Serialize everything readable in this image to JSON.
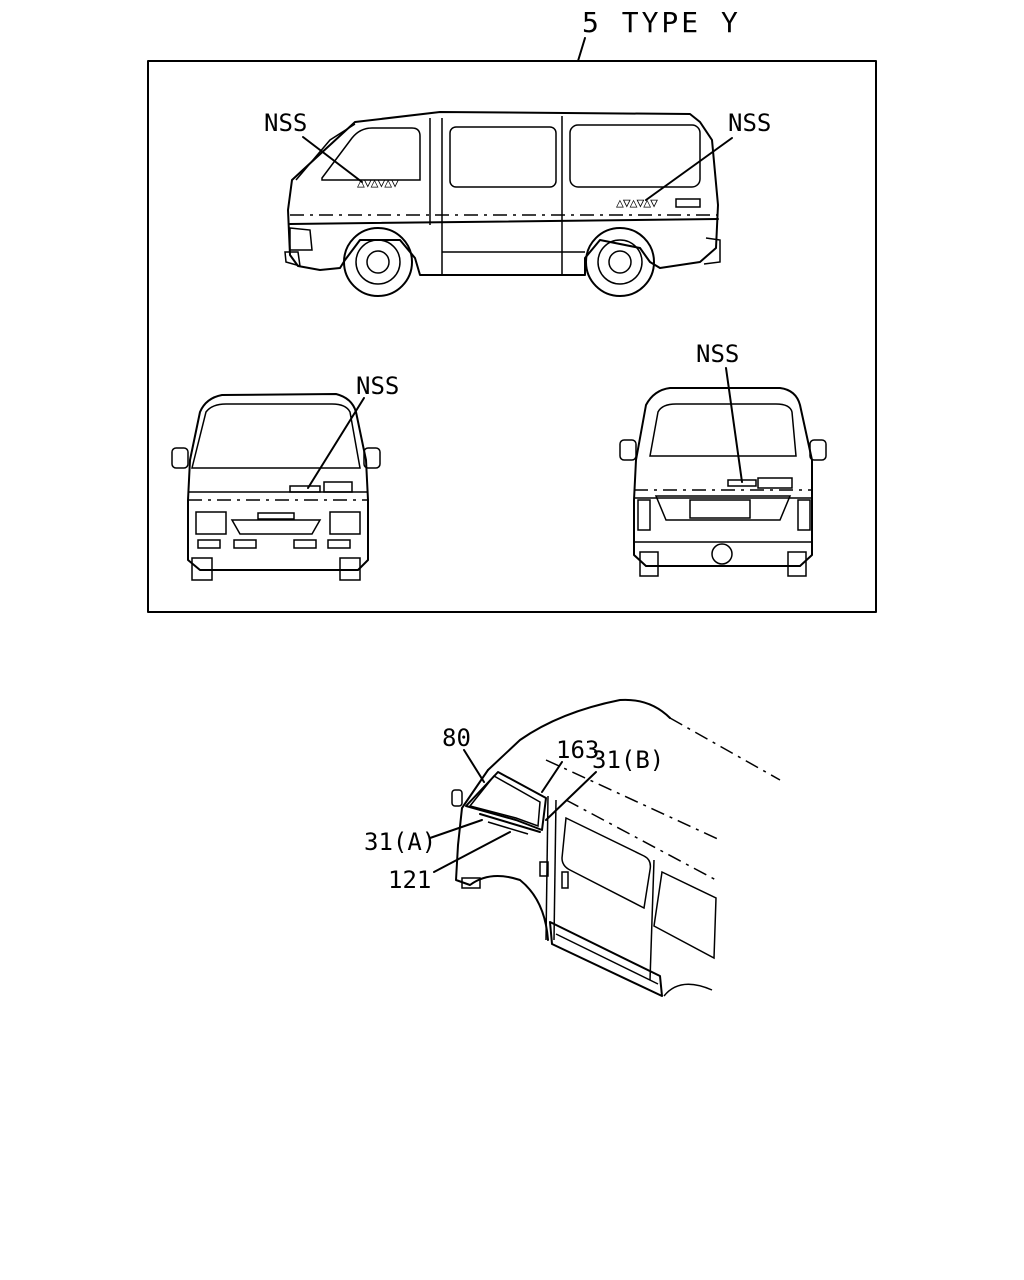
{
  "title": "5 TYPE Y",
  "labels": {
    "nss_side_front": "NSS",
    "nss_side_rear": "NSS",
    "nss_front_view": "NSS",
    "nss_rear_view": "NSS",
    "part_80": "80",
    "part_163": "163",
    "part_31b": "31(B)",
    "part_31a": "31(A)",
    "part_121": "121"
  },
  "decals": {
    "front_marks": "△▽△▽△▽",
    "rear_marks": "△▽△▽△▽"
  }
}
